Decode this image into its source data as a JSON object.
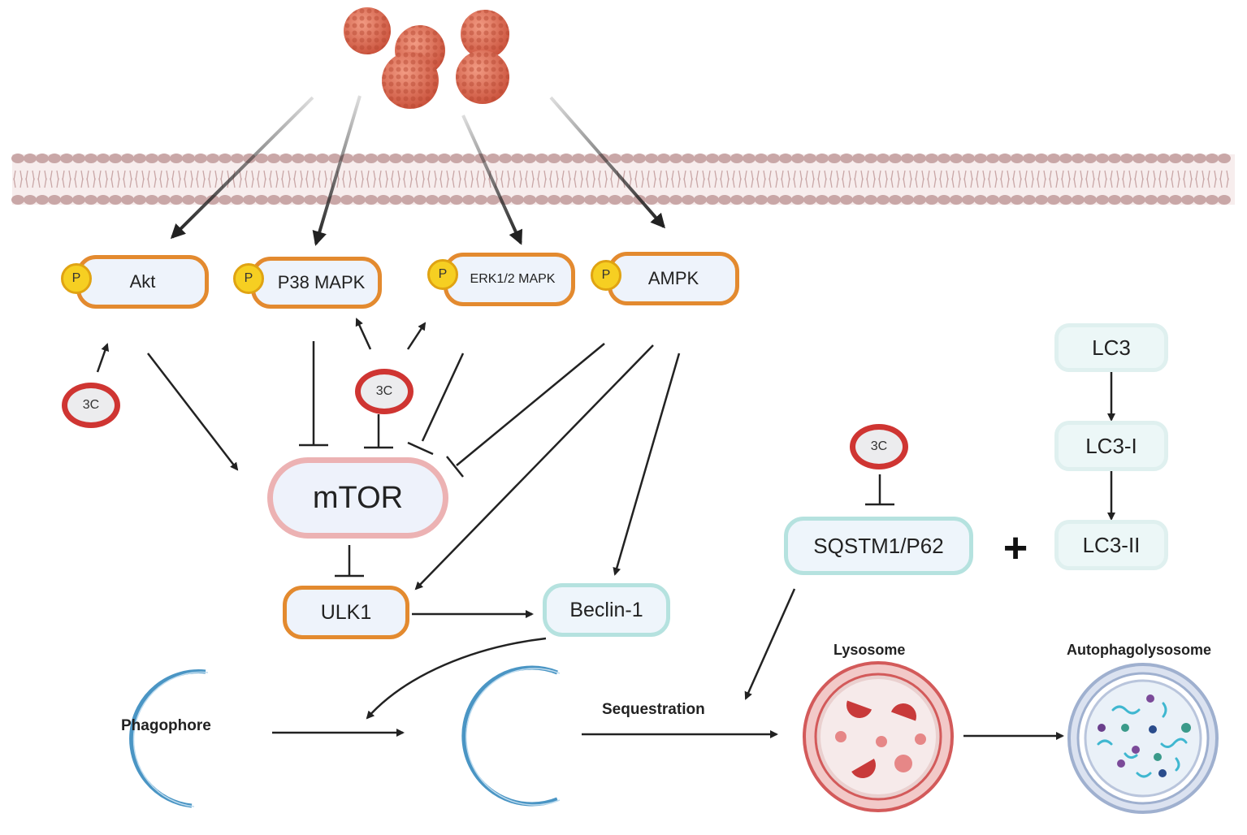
{
  "kinases": {
    "p_label": "P",
    "akt": "Akt",
    "p38": "P38 MAPK",
    "erk": "ERK1/2 MAPK",
    "ampk": "AMPK"
  },
  "protease": {
    "label": "3C"
  },
  "core": {
    "mtor": "mTOR",
    "ulk1": "ULK1",
    "beclin": "Beclin-1",
    "sqstm": "SQSTM1/P62"
  },
  "lc3": {
    "lc3": "LC3",
    "lc3_i": "LC3-I",
    "lc3_ii": "LC3-II",
    "plus": "+"
  },
  "process": {
    "phagophore": "Phagophore",
    "sequestration": "Sequestration",
    "lysosome": "Lysosome",
    "autophagolysosome": "Autophagolysosome"
  },
  "colors": {
    "kinase_border": "#e38a2f",
    "p_badge": "#f6cf22",
    "protease_ring": "#cf3532",
    "mtor_border": "#ecb2b3",
    "cyan_border": "#b5e2df",
    "membrane": "#c9a7a7",
    "virus": "#e0705a",
    "phagophore": "#4a95c4",
    "lysosome": "#d35a5a",
    "autophagolysosome": "#aab7d3"
  }
}
